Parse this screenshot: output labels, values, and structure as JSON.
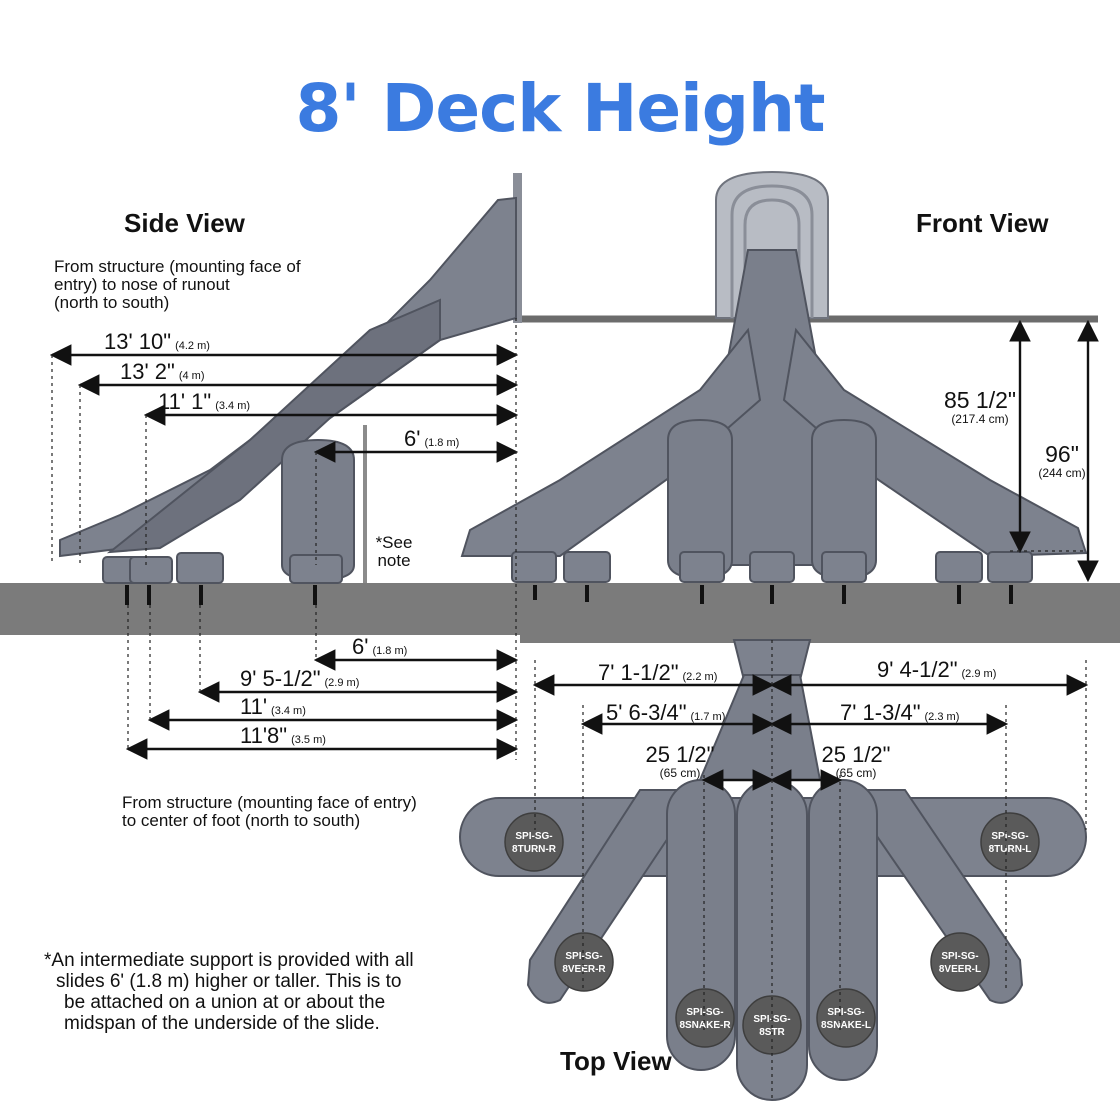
{
  "title": "8' Deck Height",
  "colors": {
    "title": "#3b7be0",
    "slide": "#7a7f8c",
    "slide_dark": "#4f5360",
    "deck": "#7b7b7b",
    "badge": "#5a5a5a",
    "line": "#111111"
  },
  "side_view": {
    "label": "Side View",
    "top_note": [
      "From structure (mounting face of",
      "entry) to nose of runout",
      "(north to south)"
    ],
    "top_dims": [
      {
        "main": "13' 10\"",
        "metric": "(4.2 m)"
      },
      {
        "main": "13' 2\"",
        "metric": "(4 m)"
      },
      {
        "main": "11' 1\"",
        "metric": "(3.4 m)"
      },
      {
        "main": "6'",
        "metric": "(1.8 m)"
      }
    ],
    "support_note": [
      "*See",
      "note"
    ],
    "bottom_dims": [
      {
        "main": "6'",
        "metric": "(1.8 m)"
      },
      {
        "main": "9' 5-1/2\"",
        "metric": "(2.9 m)"
      },
      {
        "main": "11'",
        "metric": "(3.4 m)"
      },
      {
        "main": "11'8\"",
        "metric": "(3.5 m)"
      }
    ],
    "bottom_note": [
      "From structure (mounting face of entry)",
      "to center of foot (north to south)"
    ]
  },
  "front_view": {
    "label": "Front View",
    "dims": [
      {
        "main": "85 1/2\"",
        "metric": "(217.4 cm)"
      },
      {
        "main": "96\"",
        "metric": "(244 cm)"
      }
    ]
  },
  "top_view": {
    "label": "Top View",
    "dims": [
      {
        "main": "7' 1-1/2\"",
        "metric": "(2.2 m)"
      },
      {
        "main": "9' 4-1/2\"",
        "metric": "(2.9 m)"
      },
      {
        "main": "5' 6-3/4\"",
        "metric": "(1.7 m)"
      },
      {
        "main": "7' 1-3/4\"",
        "metric": "(2.3 m)"
      },
      {
        "main": "25 1/2\"",
        "metric": "(65 cm)"
      },
      {
        "main": "25 1/2\"",
        "metric": "(65 cm)"
      }
    ],
    "models": [
      [
        "SPI-SG-",
        "8TURN-R"
      ],
      [
        "SPI-SG-",
        "8TURN-L"
      ],
      [
        "SPI-SG-",
        "8VEER-R"
      ],
      [
        "SPI-SG-",
        "8VEER-L"
      ],
      [
        "SPI-SG-",
        "8SNAKE-R"
      ],
      [
        "SPI-SG-",
        "8STR"
      ],
      [
        "SPI-SG-",
        "8SNAKE-L"
      ]
    ]
  },
  "footnote": {
    "asterisk": "*",
    "lines": [
      "An intermediate support is provided with all",
      "slides 6' (1.8 m) higher or taller. This is to",
      "be attached on a union at or about the",
      "midspan of the underside of the slide."
    ]
  }
}
